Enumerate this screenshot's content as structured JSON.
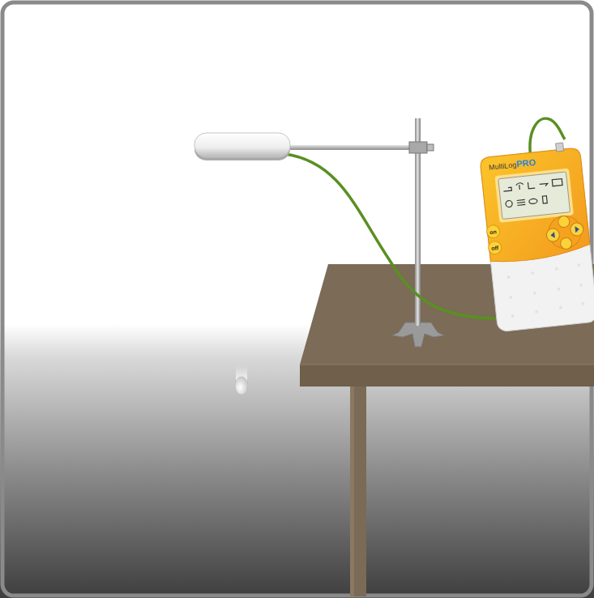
{
  "diagram": {
    "labels": [
      "MultiLog",
      "PRO",
      "on",
      "off"
    ]
  }
}
